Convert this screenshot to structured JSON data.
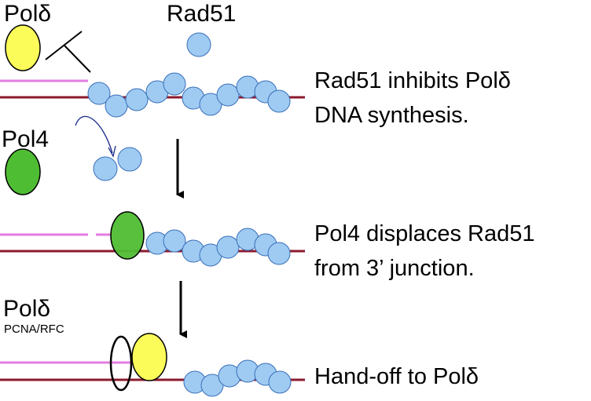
{
  "colors": {
    "template_strand": "#8b1a2e",
    "invading_strand": "#e37de0",
    "rad51": "#9fcbf3",
    "rad51_outline": "#3a6fb8",
    "pol_delta": "#fbfb5a",
    "pol4": "#4fbd33",
    "arrow": "#000000",
    "flow_arrow": "#1a2a8c"
  },
  "labels": {
    "pol_delta_top": "Polδ",
    "rad51_top": "Rad51",
    "pol4_left": "Pol4",
    "pol_delta_bottom": "Polδ",
    "pcna_rfc": "PCNA/RFC"
  },
  "steps": [
    {
      "line1": "Rad51 inhibits Polδ",
      "line2": "DNA synthesis."
    },
    {
      "line1": "Pol4 displaces Rad51",
      "line2": "from 3’ junction."
    },
    {
      "line1": "Hand-off to Polδ",
      "line2": ""
    }
  ],
  "icons": {
    "inhibition": "inhibit-bar-icon",
    "down_arrow": "arrow-down-icon",
    "curved_arrow": "curved-arrow-icon"
  }
}
